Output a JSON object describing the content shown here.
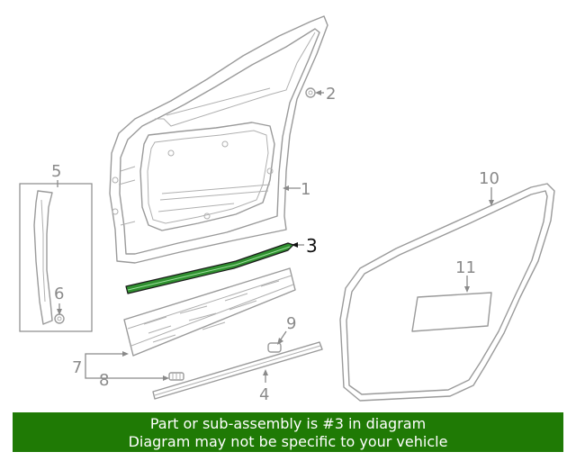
{
  "callouts": {
    "c1": "1",
    "c2": "2",
    "c3": "3",
    "c4": "4",
    "c5": "5",
    "c6": "6",
    "c7": "7",
    "c8": "8",
    "c9": "9",
    "c10": "10",
    "c11": "11"
  },
  "highlight_color": "#2f8f2f",
  "banner": {
    "line1": "Part or sub-assembly is #3 in diagram",
    "line2": "Diagram may not be specific to your vehicle",
    "color": "#1f7a05"
  }
}
